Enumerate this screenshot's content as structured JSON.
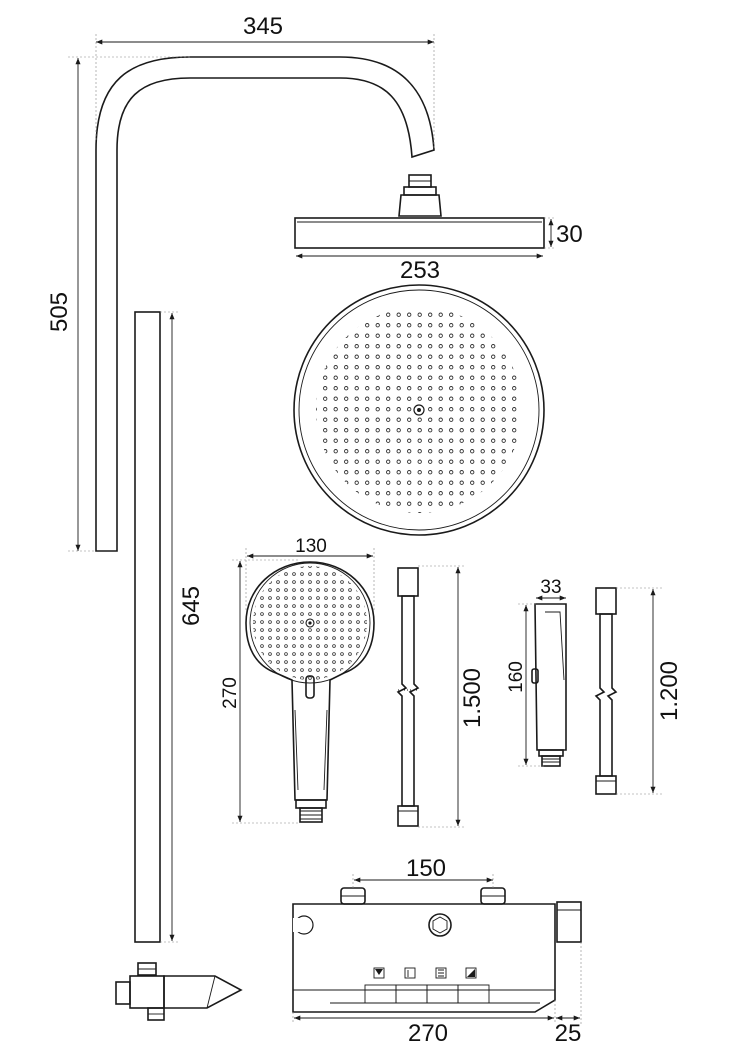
{
  "colors": {
    "line": "#1a1a1a",
    "background": "#ffffff"
  },
  "dimensions": {
    "arm_width": "345",
    "arm_height": "505",
    "head_thickness": "30",
    "head_diameter": "253",
    "rail_length": "645",
    "handshower_width": "130",
    "handshower_length": "270",
    "hose_long": "1.500",
    "stick_width": "33",
    "stick_length": "160",
    "hose_short": "1.200",
    "valve_centers": "150",
    "valve_width": "270",
    "valve_depth": "25"
  }
}
